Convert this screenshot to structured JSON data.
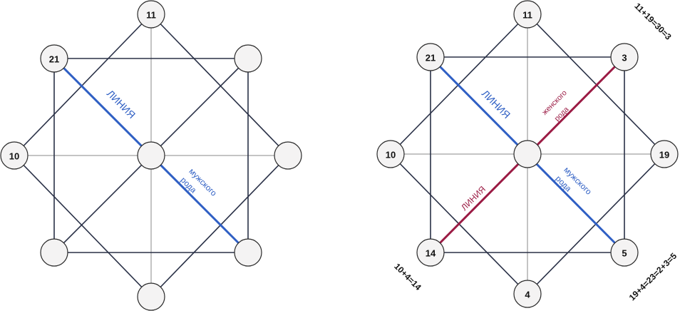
{
  "left_diagram": {
    "nodes": {
      "top": "11",
      "top_left": "21",
      "left": "10",
      "center": "",
      "right": "",
      "top_right": "",
      "bottom_left": "",
      "bottom_right": "",
      "bottom": ""
    },
    "male_line_label_1": "ЛИНИЯ",
    "male_line_label_2": "мужского",
    "male_line_label_3": "рода"
  },
  "right_diagram": {
    "nodes": {
      "top": "11",
      "top_left": "21",
      "top_right": "3",
      "left": "10",
      "center": "",
      "right": "19",
      "bottom_left": "14",
      "bottom_right": "5",
      "bottom": "4"
    },
    "male_line_label_1": "ЛИНИЯ",
    "male_line_label_2": "мужского",
    "male_line_label_3": "рода",
    "female_line_label_1": "ЛИНИЯ",
    "female_line_label_2": "женского",
    "female_line_label_3": "рода",
    "calc_top_right": "11+19=30=3",
    "calc_bottom_left": "10+4=14",
    "calc_bottom_right": "19+4=23=2+3=5"
  },
  "colors": {
    "male_line": "#2f5fc4",
    "female_line": "#9b1b44",
    "frame": "#2a3147"
  }
}
